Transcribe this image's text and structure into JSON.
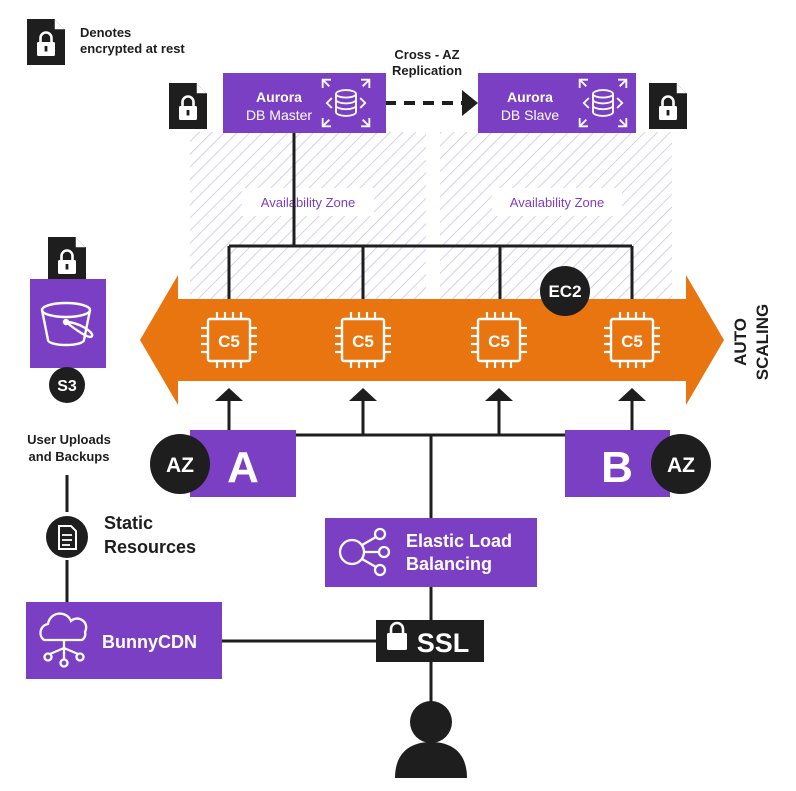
{
  "legend": {
    "line1": "Denotes",
    "line2": "encrypted at rest",
    "icon": "lock-file-icon"
  },
  "replication": {
    "line1": "Cross - AZ",
    "line2": "Replication"
  },
  "db_master": {
    "title": "Aurora",
    "subtitle": "DB Master",
    "icon": "database-icon"
  },
  "db_slave": {
    "title": "Aurora",
    "subtitle": "DB Slave",
    "icon": "database-icon"
  },
  "zones": {
    "left": "Availability Zone",
    "right": "Availability Zone"
  },
  "ec2": {
    "badge": "EC2",
    "chips": [
      "C5",
      "C5",
      "C5",
      "C5"
    ],
    "chip_icon": "cpu-chip-icon"
  },
  "autoscaling": {
    "line1": "AUTO",
    "line2": "SCALING"
  },
  "s3": {
    "badge": "S3",
    "line1": "User Uploads",
    "line2": "and Backups",
    "icon": "bucket-icon"
  },
  "az_a": {
    "badge": "AZ",
    "letter": "A"
  },
  "az_b": {
    "badge": "AZ",
    "letter": "B"
  },
  "static": {
    "line1": "Static",
    "line2": "Resources",
    "icon": "document-icon"
  },
  "elb": {
    "line1": "Elastic Load",
    "line2": "Balancing",
    "icon": "load-balancer-icon"
  },
  "cdn": {
    "label": "BunnyCDN",
    "icon": "cloud-network-icon"
  },
  "ssl": {
    "label": "SSL",
    "icon": "padlock-icon"
  },
  "user": {
    "icon": "user-icon"
  },
  "colors": {
    "purple": "#7b3fc4",
    "orange": "#e87510",
    "dark": "#1e1e1e",
    "hatch": "#cdc3ec"
  }
}
